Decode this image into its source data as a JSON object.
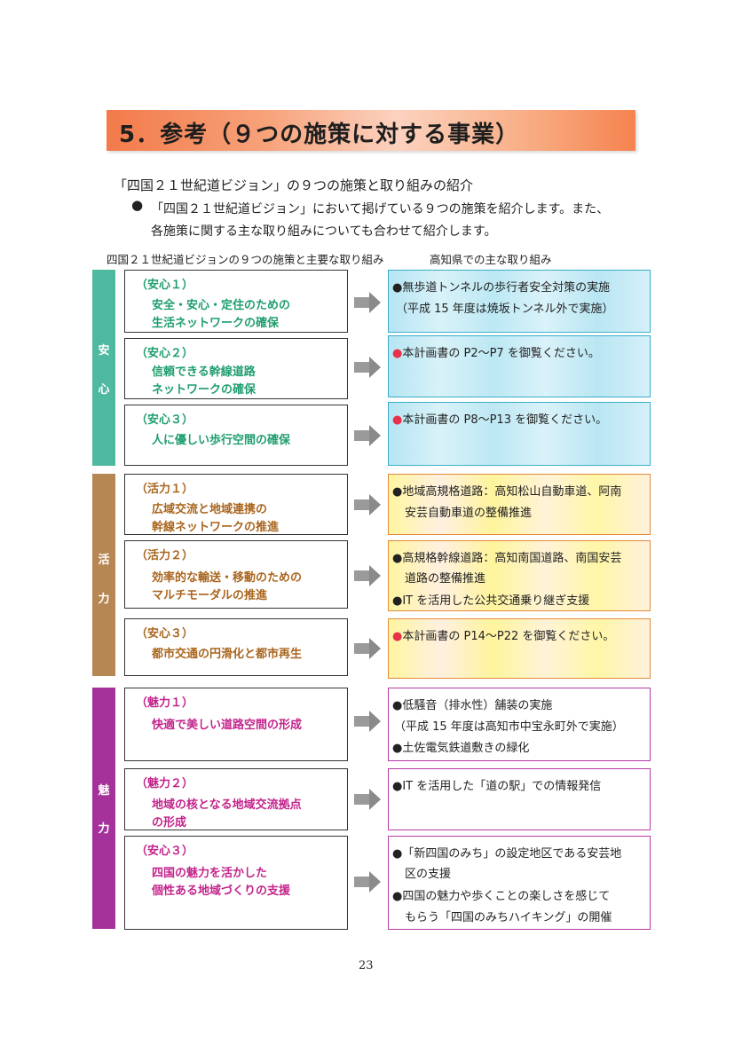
{
  "banner": {
    "title": "5．参考（９つの施策に対する事業）"
  },
  "intro": {
    "heading": "「四国２１世紀道ビジョン」の９つの施策と取り組みの紹介",
    "bullet": "●",
    "line1": "「四国２１世紀道ビジョン」において掲げている９つの施策を紹介します。また、",
    "line2": "各施策に関する主な取り組みについても合わせて紹介します。"
  },
  "columns": {
    "left": "四国２１世紀道ビジョンの９つの施策と主要な取り組み",
    "right": "高知県での主な取り組み"
  },
  "groups": [
    {
      "label1": "安",
      "label2": "心",
      "color": "#4fb8a0"
    },
    {
      "label1": "活",
      "label2": "力",
      "color": "#b78753"
    },
    {
      "label1": "魅",
      "label2": "力",
      "color": "#a5329b"
    }
  ],
  "policies": [
    {
      "tag": "（安心１）",
      "lines": [
        "安全・安心・定住のための",
        "生活ネットワークの確保"
      ]
    },
    {
      "tag": "（安心２）",
      "lines": [
        "信頼できる幹線道路",
        "ネットワークの確保"
      ]
    },
    {
      "tag": "（安心３）",
      "lines": [
        "人に優しい歩行空間の確保"
      ]
    },
    {
      "tag": "（活力１）",
      "lines": [
        "広域交流と地域連携の",
        "幹線ネットワークの推進"
      ]
    },
    {
      "tag": "（活力２）",
      "lines": [
        "効率的な輸送・移動のための",
        "マルチモーダルの推進"
      ]
    },
    {
      "tag": "（安心３）",
      "lines": [
        "都市交通の円滑化と都市再生"
      ]
    },
    {
      "tag": "（魅力１）",
      "lines": [
        "快適で美しい道路空間の形成"
      ]
    },
    {
      "tag": "（魅力２）",
      "lines": [
        "地域の核となる地域交流拠点",
        "の形成"
      ]
    },
    {
      "tag": "（安心３）",
      "lines": [
        "四国の魅力を活かした",
        "個性ある地域づくりの支援"
      ]
    }
  ],
  "actions": [
    {
      "lines": [
        "●無歩道トンネルの歩行者安全対策の実施",
        "（平成 15 年度は焼坂トンネル外で実施）"
      ]
    },
    {
      "dot": "●",
      "lines": [
        "本計画書の P2～P7 を御覧ください。"
      ]
    },
    {
      "dot": "●",
      "lines": [
        "本計画書の P8～P13 を御覧ください。"
      ]
    },
    {
      "lines": [
        "●地域高規格道路：高知松山自動車道、阿南",
        "安芸自動車道の整備推進"
      ]
    },
    {
      "lines": [
        "●高規格幹線道路：高知南国道路、南国安芸",
        "道路の整備推進",
        "●IT を活用した公共交通乗り継ぎ支援"
      ]
    },
    {
      "dot": "●",
      "lines": [
        "本計画書の P14～P22 を御覧ください。"
      ]
    },
    {
      "lines": [
        "●低騒音（排水性）舗装の実施",
        "（平成 15 年度は高知市中宝永町外で実施）",
        "●土佐電気鉄道敷きの緑化"
      ]
    },
    {
      "lines": [
        "●IT を活用した「道の駅」での情報発信"
      ]
    },
    {
      "lines": [
        "●「新四国のみち」の設定地区である安芸地",
        "区の支援",
        "●四国の魅力や歩くことの楽しさを感じて",
        "もらう「四国のみちハイキング」の開催"
      ]
    }
  ],
  "colors": {
    "red_dot": "#e8324a"
  },
  "footer": {
    "page_number": "23"
  }
}
